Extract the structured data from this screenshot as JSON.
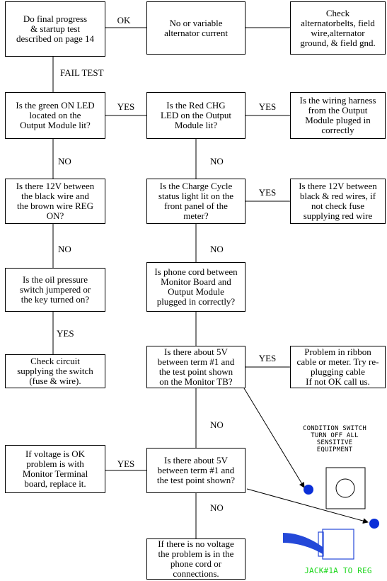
{
  "nodes": {
    "start": "Do final progress\n& startup test\ndescribed on page 14",
    "alt_current": "No or variable\nalternator current",
    "check_alt": "Check\nalternatorbelts, field\nwire,alternator\nground, & field gnd.",
    "green_led": "Is the green ON LED\nlocated on the\nOutput Module lit?",
    "red_chg": "Is the Red CHG\nLED on the Output\nModule lit?",
    "harness": "Is the wiring harness\nfrom the Output\nModule pluged in\ncorrectly",
    "v12_brown": "Is there 12V between\nthe black wire and\nthe brown wire REG\nON?",
    "charge_cycle": "Is the Charge Cycle\nstatus light lit on the\nfront panel of the\nmeter?",
    "v12_red": "Is there 12V between\nblack & red wires, if\nnot check fuse\nsupplying red wire",
    "oil_switch": "Is the oil pressure\nswitch jumpered or\nthe key turned on?",
    "phone_cord": "Is phone cord between\nMonitor Board and\nOutput  Module\nplugged in correctly?",
    "check_circuit": "Check circuit\nsupplying the switch\n(fuse  & wire).",
    "v5_monitor": "Is there about 5V\nbetween term #1 and\nthe test point shown\non the Monitor TB?",
    "ribbon": "Problem in ribbon\ncable or meter. Try re-\nplugging cable\nIf not OK call us.",
    "voltage_ok": "If voltage is OK\nproblem is with\nMonitor Terminal\nboard, replace it.",
    "v5_point": "Is there about 5V\nbetween term #1 and\nthe test point shown?",
    "no_voltage": "If there is no voltage\nthe problem is in the\nphone cord or\nconnections."
  },
  "labels": {
    "ok": "OK",
    "fail_test": "FAIL TEST",
    "yes": "YES",
    "no": "NO"
  },
  "figure": {
    "condition_switch": "CONDITION SWITCH\nTURN OFF ALL\nSENSITIVE\nEQUIPMENT",
    "jack": "JACK#1A TO REG"
  },
  "colors": {
    "marker": "#0a2fd8",
    "jack_plug": "#2448d8",
    "jack_text": "#1bd61b"
  }
}
